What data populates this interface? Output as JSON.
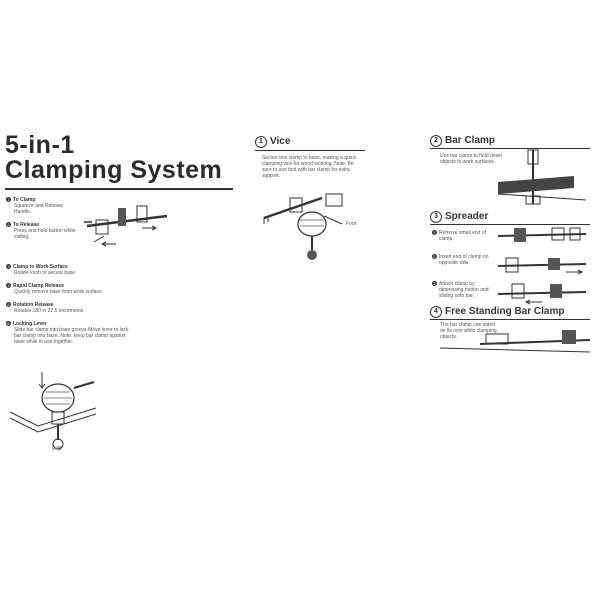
{
  "left": {
    "title_line1": "5-in-1",
    "title_line2": "Clamping System",
    "items": [
      {
        "num": "1",
        "label": "To Clamp",
        "text": "Squeeze and Release Handle."
      },
      {
        "num": "2",
        "label": "To Release",
        "text": "Press and hold button while sliding."
      },
      {
        "num": "3",
        "label": "Clamp to Work Surface",
        "text": "Rotate knob to secure base."
      },
      {
        "num": "4",
        "label": "Rapid Clamp Release",
        "text": "Quickly remove base from work surface."
      },
      {
        "num": "5",
        "label": "Rotation Release",
        "text": "Rotates 180 in 22.5 increments."
      },
      {
        "num": "6",
        "label": "Locking Lever",
        "text": "Slide bar clamp into base groove.Move lever to lock bar clamp into base. Note: keep bar clamp against base while in use together."
      }
    ],
    "figure_label": "E4B"
  },
  "vice": {
    "num": "1",
    "title": "Vice",
    "text": "Secure box clamp to base, making a quick clamping vice for wood working. Note: Be sure to use foot with bar clamp for extra support.",
    "foot_label": "Foot"
  },
  "bar_clamp": {
    "num": "2",
    "title": "Bar Clamp",
    "text": "Use bar clamp to hold down objects to work surfaces."
  },
  "spreader": {
    "num": "3",
    "title": "Spreader",
    "steps": [
      {
        "num": "1",
        "text": "Remove small end of clamp."
      },
      {
        "num": "2",
        "text": "Insert end of clamp on opposite side."
      },
      {
        "num": "3",
        "text": "Attach clamp by depressing button and sliding onto bar."
      }
    ]
  },
  "free_standing": {
    "num": "4",
    "title": "Free Standing Bar Clamp",
    "text": "The bar clamp can stand on its own while clamping objects."
  },
  "colors": {
    "ink": "#333333",
    "text": "#555555",
    "background": "#ffffff"
  }
}
